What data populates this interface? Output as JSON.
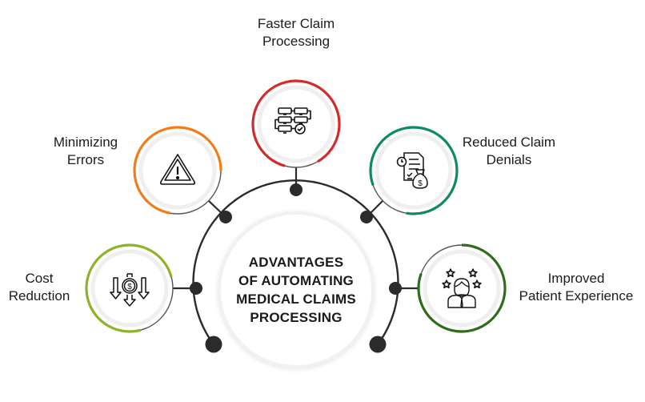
{
  "title": {
    "lines": [
      "ADVANTAGES",
      "OF AUTOMATING",
      "MEDICAL CLAIMS",
      "PROCESSING"
    ]
  },
  "nodes": [
    {
      "id": "faster-claim-processing",
      "lines": [
        "Faster Claim",
        "Processing"
      ],
      "icon": "workflow-check-icon",
      "color": "#D42A2A"
    },
    {
      "id": "minimizing-errors",
      "lines": [
        "Minimizing",
        "Errors"
      ],
      "icon": "warning-triangle-icon",
      "color": "#F07D1A"
    },
    {
      "id": "reduced-claim-denials",
      "lines": [
        "Reduced Claim",
        "Denials"
      ],
      "icon": "document-money-bag-icon",
      "color": "#0E8A5F"
    },
    {
      "id": "cost-reduction",
      "lines": [
        "Cost",
        "Reduction"
      ],
      "icon": "dollar-down-arrows-icon",
      "color": "#8DB32B"
    },
    {
      "id": "improved-patient-experience",
      "lines": [
        "Improved",
        "Patient Experience"
      ],
      "icon": "person-stars-icon",
      "color": "#2E6B1A"
    }
  ],
  "colors": {
    "ring": "#2b2b2b",
    "dot": "#2b2b2b",
    "node_track": "#555555",
    "inner_fill": "#ffffff",
    "inner_halo": "#eeeeee"
  }
}
